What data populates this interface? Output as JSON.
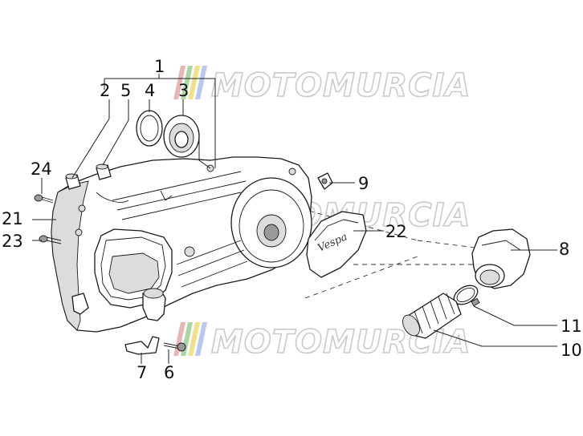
{
  "diagram": {
    "callouts": [
      "1",
      "2",
      "3",
      "4",
      "5",
      "6",
      "7",
      "8",
      "9",
      "10",
      "11",
      "21",
      "22",
      "23",
      "24"
    ],
    "cover_script": "Vespa"
  },
  "watermark": {
    "text": "MOTOMURCIA",
    "colors": [
      "#e8b4b4",
      "#a8d8a0",
      "#f0e08a",
      "#b8c8f0"
    ]
  }
}
